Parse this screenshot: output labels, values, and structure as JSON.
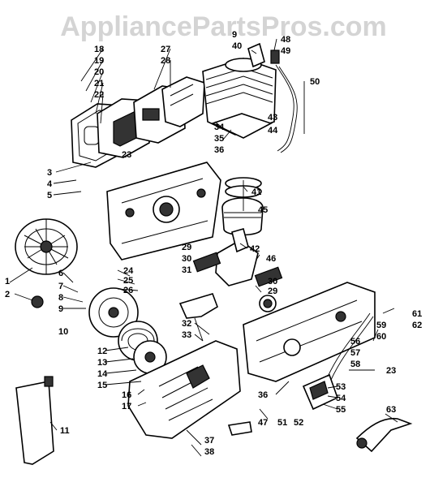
{
  "watermark": "AppliancePartsPros.com",
  "callouts": {
    "c1": "1",
    "c2": "2",
    "c3": "3",
    "c4": "4",
    "c5": "5",
    "c6": "6",
    "c7": "7",
    "c8": "8",
    "c9": "9",
    "c10": "10",
    "c11": "11",
    "c12": "12",
    "c13": "13",
    "c14": "14",
    "c15": "15",
    "c16": "16",
    "c17": "17",
    "c18": "18",
    "c19": "19",
    "c20": "20",
    "c21": "21",
    "c22": "22",
    "c23a": "23",
    "c23b": "23",
    "c24": "24",
    "c25": "25",
    "c26": "26",
    "c27": "27",
    "c28": "28",
    "c29a": "29",
    "c29b": "29",
    "c30a": "30",
    "c30b": "30",
    "c31": "31",
    "c32": "32",
    "c33": "33",
    "c34": "34",
    "c35": "35",
    "c36a": "36",
    "c36b": "36",
    "c37": "37",
    "c38": "38",
    "c39": "9",
    "c40": "40",
    "c41": "41",
    "c42": "42",
    "c43": "43",
    "c44": "44",
    "c45": "45",
    "c46": "46",
    "c47": "47",
    "c48": "48",
    "c49": "49",
    "c50": "50",
    "c51": "51",
    "c52": "52",
    "c53": "53",
    "c54": "54",
    "c55": "55",
    "c56": "56",
    "c57": "57",
    "c58": "58",
    "c59": "59",
    "c60": "60",
    "c61": "61",
    "c62": "62",
    "c63": "63"
  }
}
